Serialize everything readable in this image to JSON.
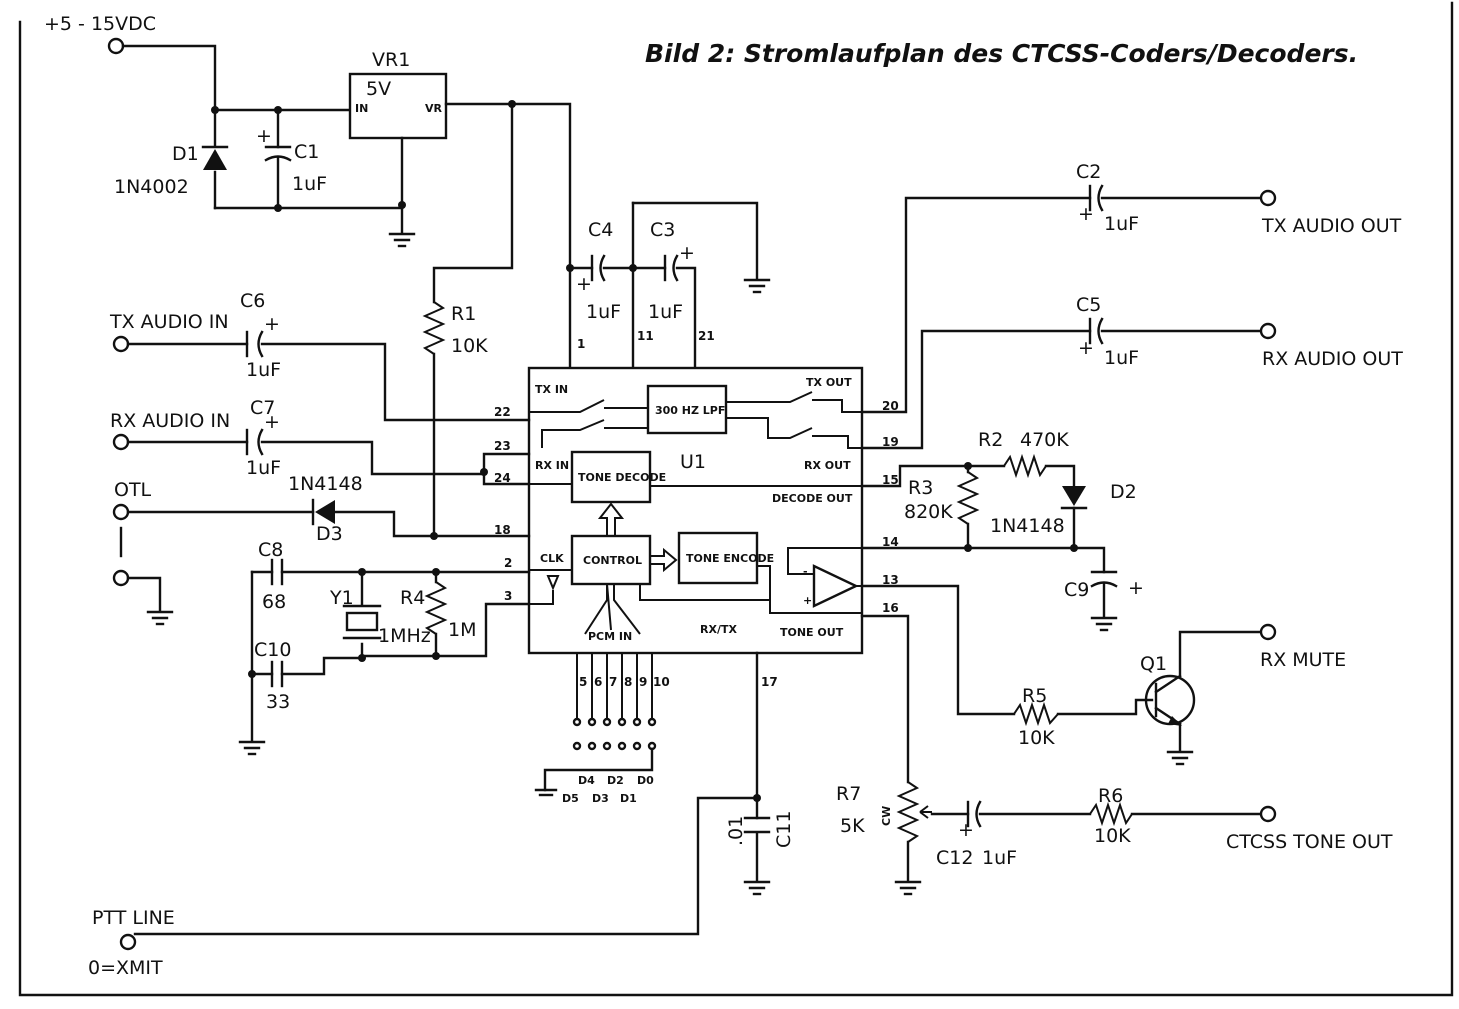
{
  "title": "Bild 2: Stromlaufplan des CTCSS-Coders/Decoders.",
  "supply": "+5 - 15VDC",
  "vr1": {
    "ref": "VR1",
    "value": "5V"
  },
  "d1": {
    "ref": "D1",
    "value": "1N4002"
  },
  "c1": {
    "ref": "C1",
    "value": "1uF"
  },
  "c2": {
    "ref": "C2",
    "value": "1uF"
  },
  "c3": {
    "ref": "C3",
    "value": "1uF"
  },
  "c4": {
    "ref": "C4",
    "value": "1uF"
  },
  "c5": {
    "ref": "C5",
    "value": "1uF"
  },
  "c6": {
    "ref": "C6",
    "value": "1uF"
  },
  "c7": {
    "ref": "C7",
    "value": "1uF"
  },
  "c8": {
    "ref": "C8",
    "value": "68"
  },
  "c9": {
    "ref": "C9"
  },
  "c10": {
    "ref": "C10",
    "value": "33"
  },
  "c11": {
    "ref": "C11",
    "value": ".01"
  },
  "c12": {
    "ref": "C12",
    "value": "1uF"
  },
  "r1": {
    "ref": "R1",
    "value": "10K"
  },
  "r2": {
    "ref": "R2",
    "value": "470K"
  },
  "r3": {
    "ref": "R3",
    "value": "820K"
  },
  "r4": {
    "ref": "R4",
    "value": "1M"
  },
  "r5": {
    "ref": "R5",
    "value": "10K"
  },
  "r6": {
    "ref": "R6",
    "value": "10K"
  },
  "r7": {
    "ref": "R7",
    "value": "5K"
  },
  "d2": {
    "ref": "D2",
    "value": "1N4148"
  },
  "d3": {
    "ref": "D3",
    "value": "1N4148"
  },
  "y1": {
    "ref": "Y1",
    "value": "1MHz"
  },
  "q1": {
    "ref": "Q1"
  },
  "u1": {
    "ref": "U1",
    "tx_in": "TX IN",
    "rx_in": "RX IN",
    "tx_out": "TX OUT",
    "rx_out": "RX OUT",
    "lpf": "300 HZ LPF",
    "tone_decode": "TONE DECODE",
    "decode_out": "DECODE OUT",
    "control": "CONTROL",
    "tone_encode": "TONE ENCODE",
    "clk": "CLK",
    "pcm_in": "PCM IN",
    "rx_tx": "RX/TX",
    "tone_out": "TONE OUT"
  },
  "ports": {
    "tx_audio_in": "TX AUDIO IN",
    "rx_audio_in": "RX AUDIO IN",
    "otl": "OTL",
    "tx_audio_out": "TX AUDIO OUT",
    "rx_audio_out": "RX AUDIO OUT",
    "rx_mute": "RX MUTE",
    "ctcss_tone_out": "CTCSS TONE OUT",
    "ptt_line": "PTT LINE",
    "ptt_note": "0=XMIT"
  },
  "pins": {
    "p1": "1",
    "p11": "11",
    "p21": "21",
    "p22": "22",
    "p23": "23",
    "p24": "24",
    "p18": "18",
    "p2": "2",
    "p3": "3",
    "p20": "20",
    "p19": "19",
    "p15": "15",
    "p14": "14",
    "p13": "13",
    "p16": "16",
    "p17": "17",
    "p5": "5",
    "p6": "6",
    "p7": "7",
    "p8": "8",
    "p9": "9",
    "p10": "10"
  },
  "dips": [
    "D4",
    "D2",
    "D0",
    "D5",
    "D3",
    "D1"
  ],
  "plus": "+",
  "dash": "-",
  "cw": "CW"
}
